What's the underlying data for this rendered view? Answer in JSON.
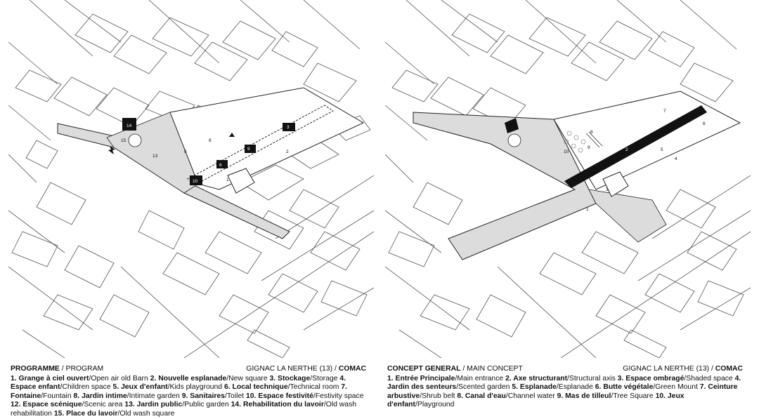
{
  "left": {
    "heading_bold": "PROGRAMME",
    "heading_rest": " / PROGRAM",
    "location": "GIGNAC LA NERTHE (13) / ",
    "client": "COMAC",
    "legend": [
      {
        "b": "1. Grange à ciel ouvert",
        "t": "/Open air old Barn  "
      },
      {
        "b": "2. Nouvelle esplanade",
        "t": "/New square "
      },
      {
        "b": "3. Stockage",
        "t": "/Storage "
      },
      {
        "b": "4. Espace enfant",
        "t": "/Children space "
      },
      {
        "b": "5. Jeux d'enfant",
        "t": "/Kids playground "
      },
      {
        "b": "6. Local technique",
        "t": "/Technical room "
      },
      {
        "b": "7.  Fontaine",
        "t": "/Fountain "
      },
      {
        "b": "8. Jardin intime",
        "t": "/Intimate garden "
      },
      {
        "b": "9. Sanitaires",
        "t": "/Toilet "
      },
      {
        "b": "10. Espace festivité",
        "t": "/Festivity space "
      },
      {
        "b": "12. Espace scénique",
        "t": "/Scenic area "
      },
      {
        "b": "13. Jardin public",
        "t": "/Public garden "
      },
      {
        "b": "14. Rehabilitation du lavoir",
        "t": "/Old wash rehabilitation "
      },
      {
        "b": "15. Place du lavoir",
        "t": "/Old wash square"
      }
    ],
    "map_labels": [
      "14",
      "15",
      "13",
      "5",
      "8",
      "1",
      "2",
      "3",
      "6",
      "9",
      "10"
    ]
  },
  "right": {
    "heading_bold": "CONCEPT GENERAL",
    "heading_rest": " / MAIN CONCEPT",
    "location": "GIGNAC LA NERTHE (13) / ",
    "client": "COMAC",
    "legend": [
      {
        "b": "1. Entrée Principale",
        "t": "/Main entrance  "
      },
      {
        "b": "2. Axe structurant",
        "t": "/Structural axis "
      },
      {
        "b": "3. Espace ombragé",
        "t": "/Shaded space "
      },
      {
        "b": "4. Jardin des senteurs",
        "t": "/Scented garden "
      },
      {
        "b": "5. Esplanade",
        "t": "/Esplanade "
      },
      {
        "b": "6. Butte végétale",
        "t": "/Green Mount "
      },
      {
        "b": "7.  Ceinture arbustive",
        "t": "/Shrub belt "
      },
      {
        "b": "8. Canal d'eau",
        "t": "/Channel water "
      },
      {
        "b": "9. Mas de tilleul",
        "t": "/Tree Square "
      },
      {
        "b": "10. Jeux d'enfant",
        "t": "/Playground"
      }
    ],
    "map_labels": [
      "7",
      "6",
      "8",
      "9",
      "10",
      "2",
      "5",
      "4",
      "1",
      "3"
    ]
  }
}
